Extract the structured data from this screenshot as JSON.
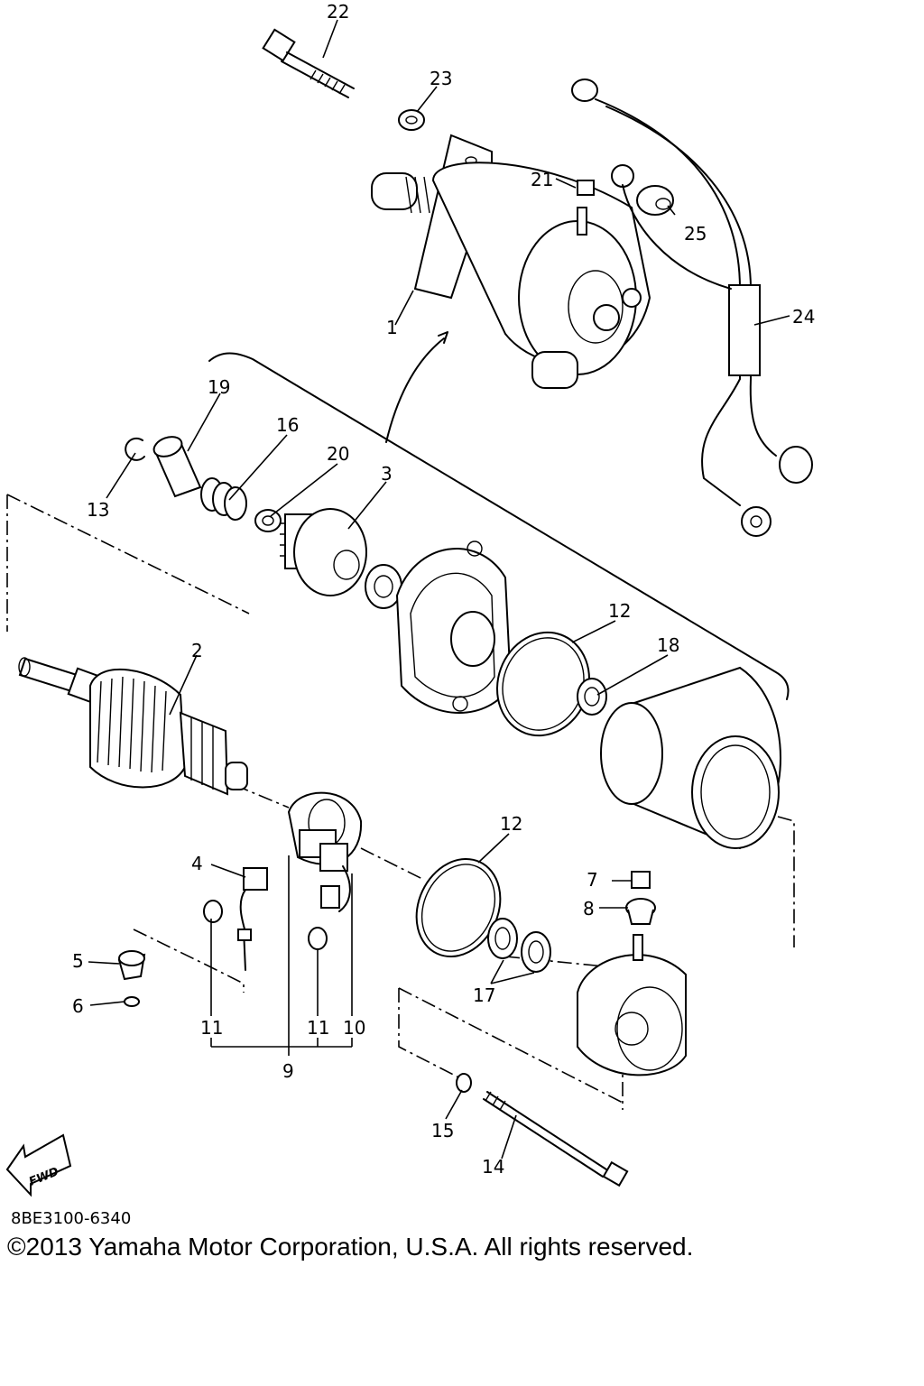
{
  "callouts": {
    "c1": "1",
    "c2": "2",
    "c3": "3",
    "c4": "4",
    "c5": "5",
    "c6": "6",
    "c7": "7",
    "c8": "8",
    "c9": "9",
    "c10": "10",
    "c11a": "11",
    "c11b": "11",
    "c12a": "12",
    "c12b": "12",
    "c13": "13",
    "c14": "14",
    "c15": "15",
    "c16": "16",
    "c17": "17",
    "c18": "18",
    "c19": "19",
    "c20": "20",
    "c21": "21",
    "c22": "22",
    "c23": "23",
    "c24": "24",
    "c25": "25"
  },
  "fwd_label": "FWD",
  "diagram_code": "8BE3100-6340",
  "copyright": "©2013 Yamaha Motor Corporation, U.S.A. All rights reserved."
}
